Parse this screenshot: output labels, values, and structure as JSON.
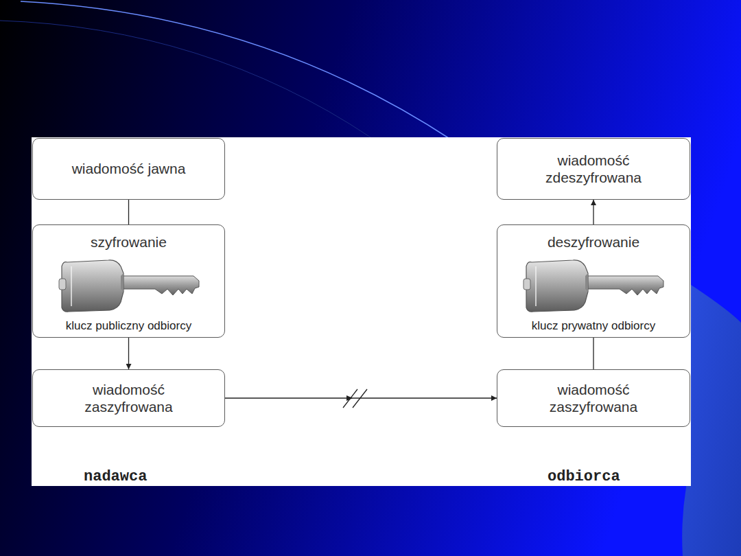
{
  "diagram": {
    "nodes": [
      {
        "text": [
          "wiadomość jawna"
        ]
      },
      {
        "text": [
          "szyfrowanie",
          "klucz publiczny odbiorcy"
        ]
      },
      {
        "text": [
          "wiadomość zaszyfrowana"
        ]
      },
      {
        "text": [
          "wiadomość zdeszyfrowana"
        ]
      },
      {
        "text": [
          "deszyfrowanie",
          "klucz prywatny odbiorcy"
        ]
      },
      {
        "text": [
          "wiadomość zaszyfrowana"
        ]
      }
    ],
    "edges": [
      {
        "from": 0,
        "to": 1,
        "arrow": "none"
      },
      {
        "from": 1,
        "to": 2,
        "arrow": "to"
      },
      {
        "from": 2,
        "to": 5,
        "arrow": "to"
      },
      {
        "from": 5,
        "to": 4,
        "arrow": "none"
      },
      {
        "from": 4,
        "to": 3,
        "arrow": "to"
      }
    ],
    "labels": [
      "nadawca",
      "odbiorca"
    ]
  }
}
